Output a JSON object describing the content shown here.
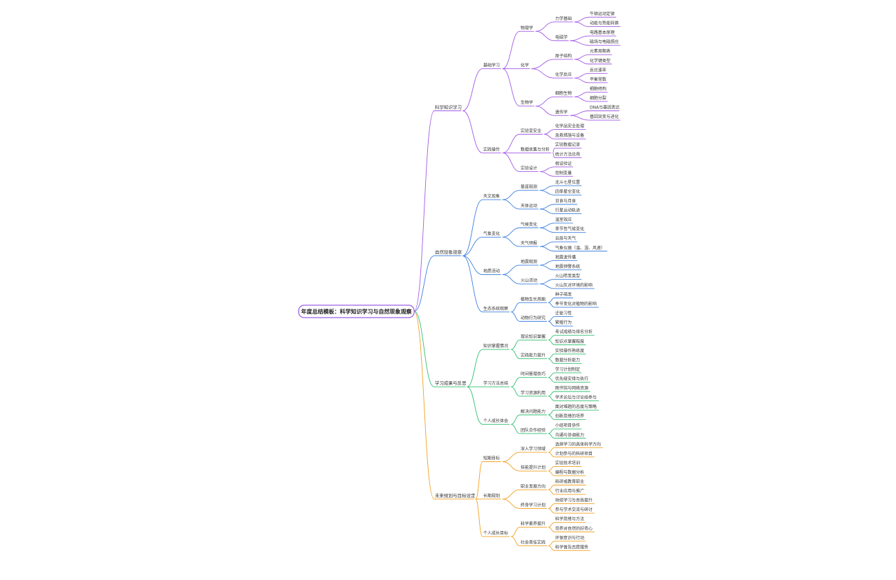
{
  "root": {
    "label": "年度总结模板：科学知识学习与自然现象观察"
  },
  "colors": {
    "purple": "#a259e6",
    "blue": "#3c7fe0",
    "green": "#2fbf71",
    "orange": "#f0a020"
  },
  "branches": [
    {
      "label": "科学知识学习",
      "color": "purple",
      "children": [
        {
          "label": "基础学习",
          "children": [
            {
              "label": "物理学",
              "children": [
                {
                  "label": "力学基础",
                  "children": [
                    "牛顿运动定律",
                    "动能与势能转换"
                  ]
                },
                {
                  "label": "电磁学",
                  "children": [
                    "电路基本原理",
                    "磁场与电磁感应"
                  ]
                }
              ]
            },
            {
              "label": "化学",
              "children": [
                {
                  "label": "原子结构",
                  "children": [
                    "元素周期表",
                    "化学键类型"
                  ]
                },
                {
                  "label": "化学反应",
                  "children": [
                    "反应速率",
                    "平衡常数"
                  ]
                }
              ]
            },
            {
              "label": "生物学",
              "children": [
                {
                  "label": "细胞生物",
                  "children": [
                    "细胞结构",
                    "细胞分裂"
                  ]
                },
                {
                  "label": "遗传学",
                  "children": [
                    "DNA与基因表达",
                    "基因突变与进化"
                  ]
                }
              ]
            }
          ]
        },
        {
          "label": "实践操作",
          "children": [
            {
              "label": "实验室安全",
              "children": [
                "化学品安全处理",
                "急救措施与设备"
              ]
            },
            {
              "label": "数据收集与分析",
              "children": [
                "实验数据记录",
                "统计方法应用"
              ]
            },
            {
              "label": "实验设计",
              "children": [
                "假设验证",
                "控制变量"
              ]
            }
          ]
        }
      ]
    },
    {
      "label": "自然现象观察",
      "color": "blue",
      "children": [
        {
          "label": "天文现象",
          "children": [
            {
              "label": "星座观测",
              "children": [
                "北斗七星位置",
                "四季星空变化"
              ]
            },
            {
              "label": "天体运动",
              "children": [
                "日食与月食",
                "行星运动轨迹"
              ]
            }
          ]
        },
        {
          "label": "气象变化",
          "children": [
            {
              "label": "气候变化",
              "children": [
                "温室效应",
                "季节性气候变化"
              ]
            },
            {
              "label": "天气预报",
              "children": [
                "云层与天气",
                "气象仪器（温、湿、风速）"
              ]
            }
          ]
        },
        {
          "label": "地质活动",
          "children": [
            {
              "label": "地震观测",
              "children": [
                "地震波传播",
                "地震预警系统"
              ]
            },
            {
              "label": "火山活动",
              "children": [
                "火山喷发类型",
                "火山灰对环境的影响"
              ]
            }
          ]
        },
        {
          "label": "生态系统观察",
          "children": [
            {
              "label": "植物生长周期",
              "children": [
                "种子萌发",
                "季节变化对植物的影响"
              ]
            },
            {
              "label": "动物行为研究",
              "children": [
                "迁徙习性",
                "繁殖行为"
              ]
            }
          ]
        }
      ]
    },
    {
      "label": "学习成果与反思",
      "color": "green",
      "children": [
        {
          "label": "知识掌握情况",
          "children": [
            {
              "label": "理论知识掌握",
              "children": [
                "考试成绩与排名分析",
                "知识点掌握程度"
              ]
            },
            {
              "label": "实践能力提升",
              "children": [
                "实验操作熟练度",
                "数据分析能力"
              ]
            }
          ]
        },
        {
          "label": "学习方法总结",
          "children": [
            {
              "label": "时间管理技巧",
              "children": [
                "学习计划制定",
                "优先级安排与执行"
              ]
            },
            {
              "label": "学习资源利用",
              "children": [
                "图书馆与网络资源",
                "学术论坛与讨论组参与"
              ]
            }
          ]
        },
        {
          "label": "个人成长体会",
          "children": [
            {
              "label": "解决问题能力",
              "children": [
                "面对难题的态度与策略",
                "创新思维的培养"
              ]
            },
            {
              "label": "团队合作经验",
              "children": [
                "小组项目协作",
                "沟通与协调能力"
              ]
            }
          ]
        }
      ]
    },
    {
      "label": "未来规划与目标设定",
      "color": "orange",
      "children": [
        {
          "label": "短期目标",
          "children": [
            {
              "label": "深入学习领域",
              "children": [
                "选择学习的具体科学方向",
                "计划参与的科研项目"
              ]
            },
            {
              "label": "技能提升计划",
              "children": [
                "实验技术培训",
                "编程与数据分析"
              ]
            }
          ]
        },
        {
          "label": "长期规划",
          "children": [
            {
              "label": "职业发展方向",
              "children": [
                "科研或教育职业",
                "行业应用与推广"
              ]
            },
            {
              "label": "终身学习计划",
              "children": [
                "持续学习与自我提升",
                "参与学术交流与研讨"
              ]
            }
          ]
        },
        {
          "label": "个人成长目标",
          "children": [
            {
              "label": "科学素养提升",
              "children": [
                "科学思维与方法",
                "培养对自然的好奇心"
              ]
            },
            {
              "label": "社会责任实践",
              "children": [
                "环保意识与行动",
                "科学普及志愿服务"
              ]
            }
          ]
        }
      ]
    }
  ]
}
